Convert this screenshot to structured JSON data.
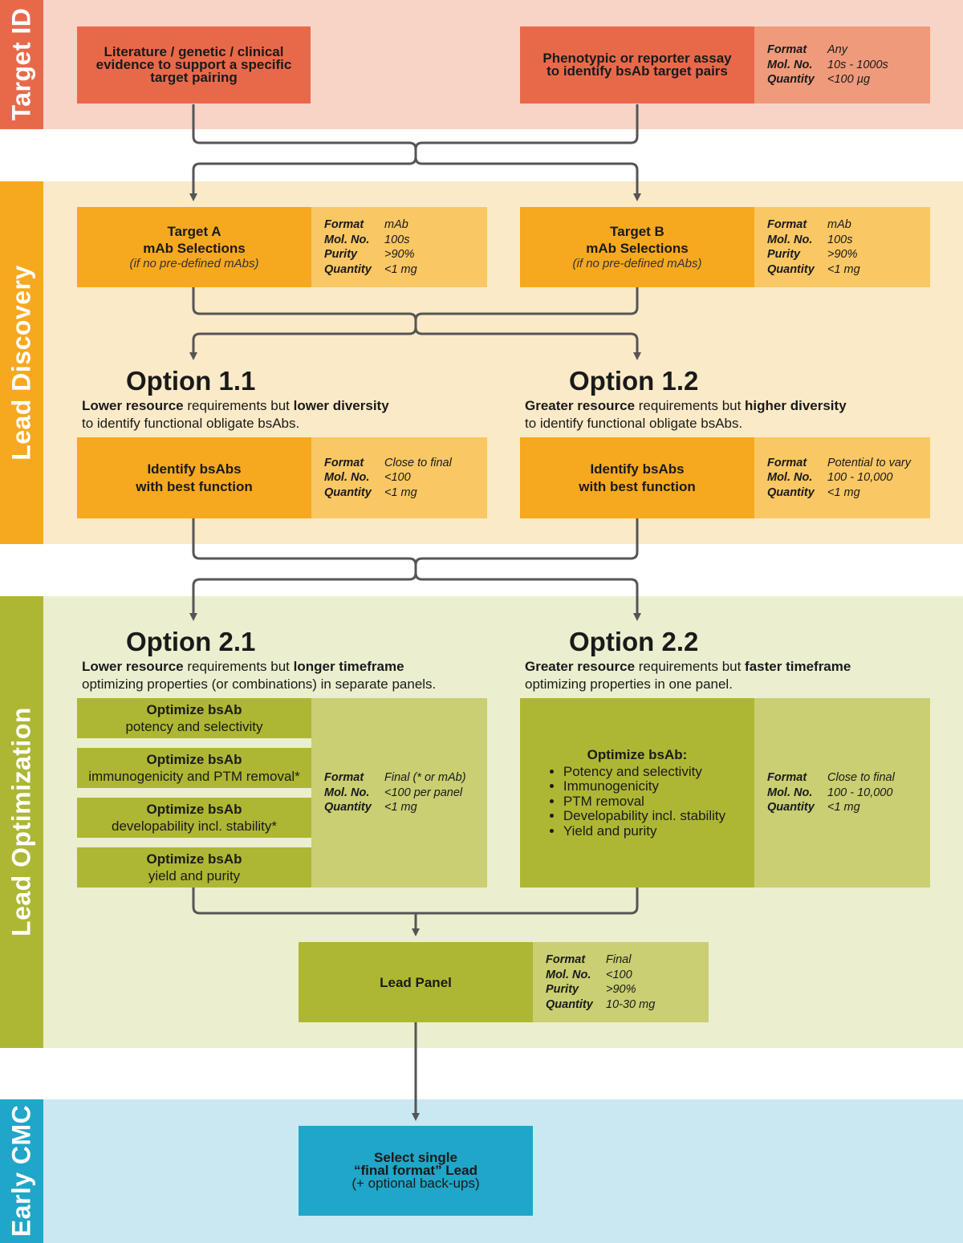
{
  "sections": {
    "target_id": {
      "label": "Target ID",
      "bg": "#f8d4c6",
      "side": "#e8694a"
    },
    "lead_discovery": {
      "label": "Lead Discovery",
      "bg": "#fbeac7",
      "side": "#f6a81f"
    },
    "lead_optimization": {
      "label": "Lead Optimization",
      "bg": "#ebefcf",
      "side": "#aeb733"
    },
    "early_cmc": {
      "label": "Early CMC",
      "bg": "#cae8f2",
      "side": "#1fa6c9"
    }
  },
  "target_id": {
    "literature": {
      "lines": [
        "Literature / genetic / clinical",
        "evidence to support a specific",
        "target pairing"
      ]
    },
    "phenotypic": {
      "lines": [
        "Phenotypic or reporter assay",
        "to identify bsAb target pairs"
      ],
      "specs": [
        {
          "k": "Format",
          "v": "Any"
        },
        {
          "k": "Mol. No.",
          "v": "10s - 1000s"
        },
        {
          "k": "Quantity",
          "v": "<100 µg"
        }
      ]
    }
  },
  "lead_discovery": {
    "target_a": {
      "title": "Target A",
      "subtitle": "mAb Selections",
      "note": "(if no pre-defined mAbs)",
      "specs": [
        {
          "k": "Format",
          "v": "mAb"
        },
        {
          "k": "Mol. No.",
          "v": "100s"
        },
        {
          "k": "Purity",
          "v": ">90%"
        },
        {
          "k": "Quantity",
          "v": "<1 mg"
        }
      ]
    },
    "target_b": {
      "title": "Target B",
      "subtitle": "mAb Selections",
      "note": "(if no pre-defined mAbs)",
      "specs": [
        {
          "k": "Format",
          "v": "mAb"
        },
        {
          "k": "Mol. No.",
          "v": "100s"
        },
        {
          "k": "Purity",
          "v": ">90%"
        },
        {
          "k": "Quantity",
          "v": "<1 mg"
        }
      ]
    },
    "option_1_1": {
      "title": "Option 1.1",
      "desc_b1": "Lower resource",
      "desc_t1": " requirements but ",
      "desc_b2": "lower diversity",
      "desc_line2": "to identify functional obligate bsAbs.",
      "box_l1": "Identify bsAbs",
      "box_l2": "with best function",
      "specs": [
        {
          "k": "Format",
          "v": "Close to final"
        },
        {
          "k": "Mol. No.",
          "v": "<100"
        },
        {
          "k": "Quantity",
          "v": "<1 mg"
        }
      ]
    },
    "option_1_2": {
      "title": "Option 1.2",
      "desc_b1": "Greater resource",
      "desc_t1": " requirements but ",
      "desc_b2": "higher diversity",
      "desc_line2": "to identify functional obligate bsAbs.",
      "box_l1": "Identify bsAbs",
      "box_l2": "with best function",
      "specs": [
        {
          "k": "Format",
          "v": "Potential to vary"
        },
        {
          "k": "Mol. No.",
          "v": "100 - 10,000"
        },
        {
          "k": "Quantity",
          "v": "<1 mg"
        }
      ]
    }
  },
  "lead_optimization": {
    "option_2_1": {
      "title": "Option 2.1",
      "desc_b1": "Lower resource",
      "desc_t1": " requirements but ",
      "desc_b2": "longer timeframe",
      "desc_line2": "optimizing properties (or combinations) in separate panels.",
      "panels": [
        {
          "title": "Optimize bsAb",
          "sub": "potency and selectivity"
        },
        {
          "title": "Optimize bsAb",
          "sub": "immunogenicity and PTM removal*"
        },
        {
          "title": "Optimize bsAb",
          "sub": "developability incl. stability*"
        },
        {
          "title": "Optimize bsAb",
          "sub": "yield and purity"
        }
      ],
      "specs": [
        {
          "k": "Format",
          "v": "Final (* or mAb)"
        },
        {
          "k": "Mol. No.",
          "v": "<100 per panel"
        },
        {
          "k": "Quantity",
          "v": "<1 mg"
        }
      ]
    },
    "option_2_2": {
      "title": "Option 2.2",
      "desc_b1": "Greater resource",
      "desc_t1": " requirements but ",
      "desc_b2": "faster timeframe",
      "desc_line2": "optimizing properties in one panel.",
      "box_title": "Optimize bsAb:",
      "bullets": [
        "Potency and selectivity",
        "Immunogenicity",
        "PTM removal",
        "Developability incl. stability",
        "Yield and purity"
      ],
      "specs": [
        {
          "k": "Format",
          "v": "Close to final"
        },
        {
          "k": "Mol. No.",
          "v": "100 - 10,000"
        },
        {
          "k": "Quantity",
          "v": "<1 mg"
        }
      ]
    },
    "lead_panel": {
      "title": "Lead Panel",
      "specs": [
        {
          "k": "Format",
          "v": "Final"
        },
        {
          "k": "Mol. No.",
          "v": "<100"
        },
        {
          "k": "Purity",
          "v": ">90%"
        },
        {
          "k": "Quantity",
          "v": "10-30 mg"
        }
      ]
    }
  },
  "early_cmc": {
    "select": {
      "l1": "Select single",
      "l2": "“final format” Lead",
      "l3": "(+ optional back-ups)"
    }
  },
  "colors": {
    "red_box": "#e8694a",
    "red_spec": "#ef9a7b",
    "orange_box": "#f6a81f",
    "orange_spec": "#f9c764",
    "green_box": "#aeb733",
    "green_spec": "#c9cf72",
    "blue_box": "#1fa6c9",
    "line": "#555555"
  }
}
